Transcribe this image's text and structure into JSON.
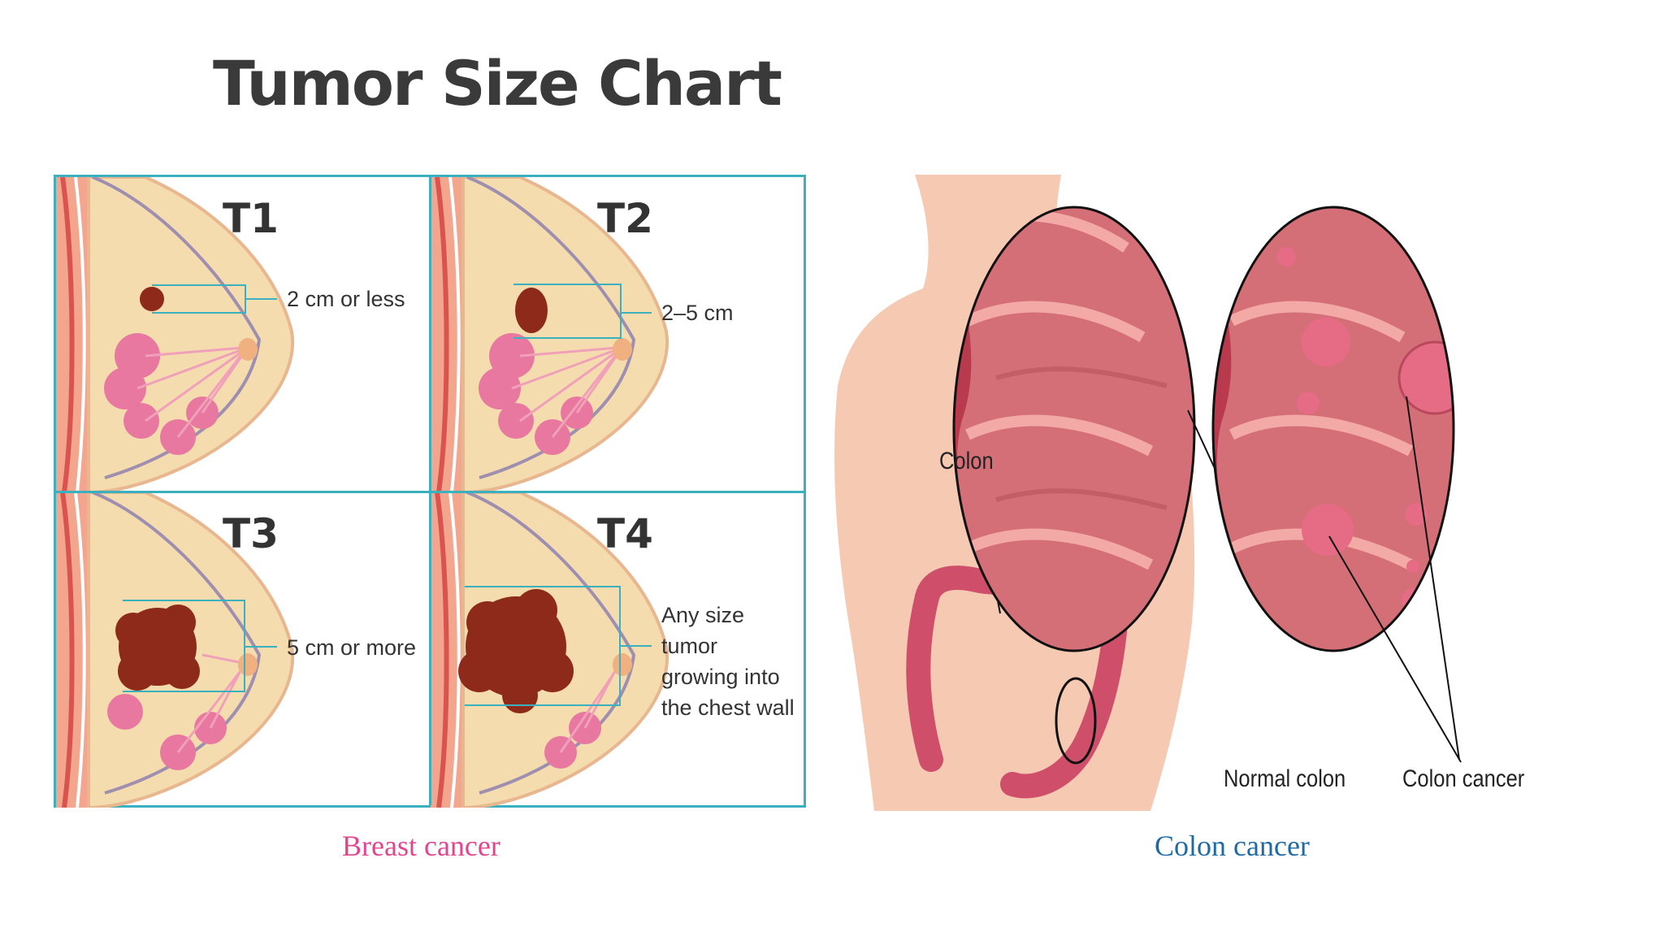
{
  "title": "Tumor Size Chart",
  "breast": {
    "stages": [
      {
        "stage": "T1",
        "label": "2 cm or less"
      },
      {
        "stage": "T2",
        "label": "2–5 cm"
      },
      {
        "stage": "T3",
        "label": "5 cm or more"
      },
      {
        "stage": "T4",
        "label_lines": [
          "Any size tumor",
          "growing into",
          "the chest wall"
        ]
      }
    ],
    "caption": "Breast cancer",
    "caption_color": "#e0458e"
  },
  "colon": {
    "label_colon": "Colon",
    "label_normal": "Normal colon",
    "label_cancer": "Colon cancer",
    "caption": "Colon cancer",
    "caption_color": "#1f6aa6"
  },
  "colors": {
    "frame": "#3bb0bf",
    "skin": "#f6c9b3",
    "tissue": "#f5dcae",
    "tumor": "#8e2a1a",
    "colon_wall": "#c9575f",
    "colon_inner": "#d9747a"
  }
}
